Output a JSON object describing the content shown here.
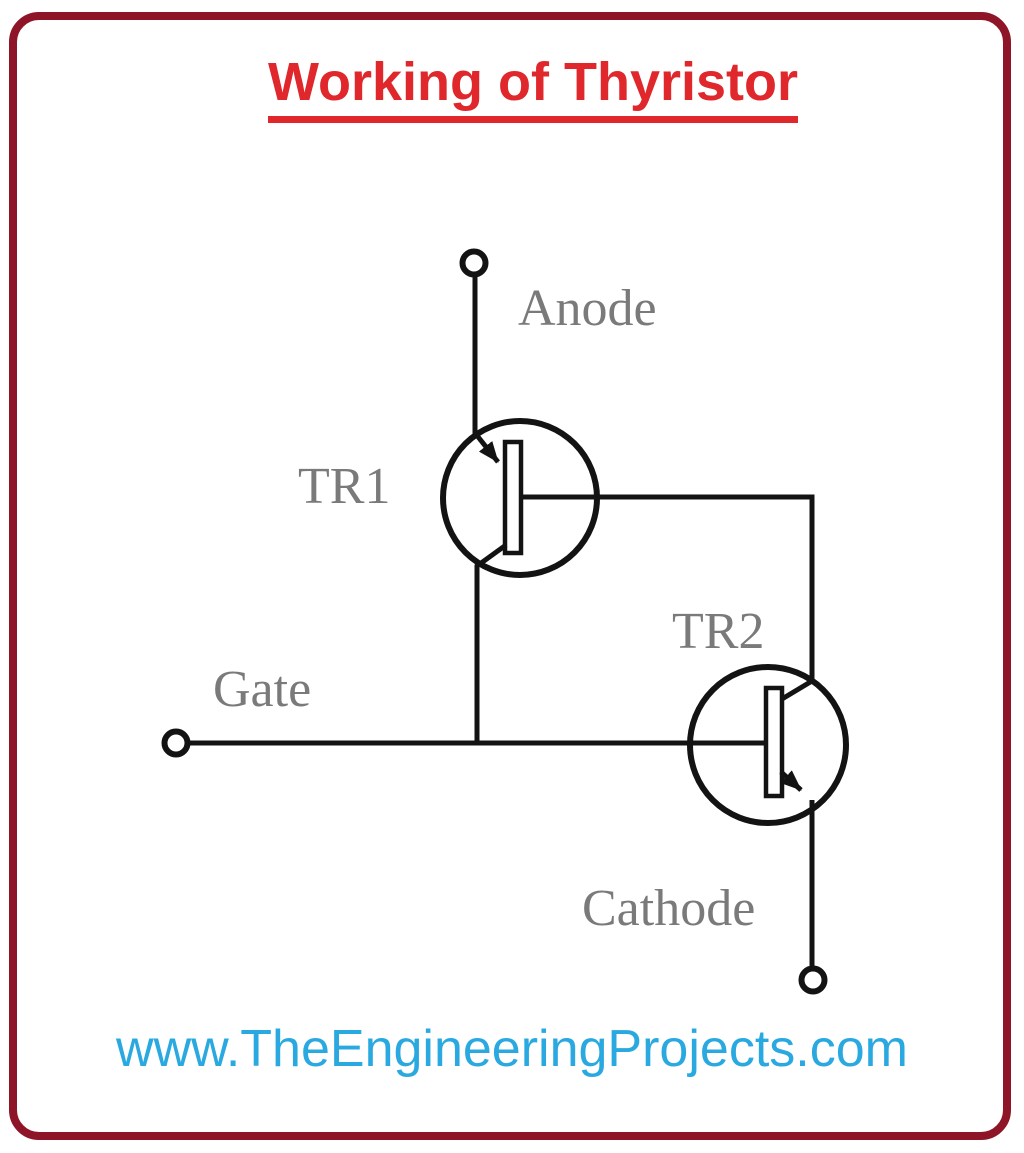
{
  "title": {
    "text": "Working of Thyristor"
  },
  "footer": {
    "url": "www.TheEngineeringProjects.com"
  },
  "diagram": {
    "kind": "thyristor two-transistor equivalent circuit schematic",
    "labels": {
      "anode": "Anode",
      "gate": "Gate",
      "cathode": "Cathode",
      "tr1": "TR1",
      "tr2": "TR2"
    },
    "transistors": [
      {
        "id": "TR1",
        "symbol": "PNP",
        "emitter": "Anode",
        "base": "tied to TR2 collector",
        "collector": "tied to Gate line"
      },
      {
        "id": "TR2",
        "symbol": "NPN",
        "base": "Gate",
        "collector": "tied to TR1 base",
        "emitter": "Cathode"
      }
    ],
    "terminals": [
      "Anode",
      "Gate",
      "Cathode"
    ]
  },
  "colors": {
    "title_red": "#DF272C",
    "url_blue": "#2AA9E1",
    "border_maroon": "#8E1527",
    "label_gray": "#7A7A7A",
    "line_black": "#131313"
  }
}
